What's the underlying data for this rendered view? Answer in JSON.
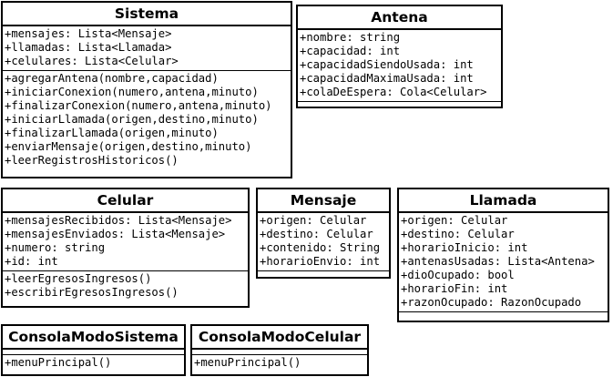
{
  "classes": {
    "sistema": {
      "name": "Sistema",
      "attributes": [
        "+mensajes: Lista<Mensaje>",
        "+llamadas: Lista<Llamada>",
        "+celulares: Lista<Celular>"
      ],
      "methods": [
        "+agregarAntena(nombre,capacidad)",
        "+iniciarConexion(numero,antena,minuto)",
        "+finalizarConexion(numero,antena,minuto)",
        "+iniciarLlamada(origen,destino,minuto)",
        "+finalizarLlamada(origen,minuto)",
        "+enviarMensaje(origen,destino,minuto)",
        "+leerRegistrosHistoricos()"
      ]
    },
    "antena": {
      "name": "Antena",
      "attributes": [
        "+nombre: string",
        "+capacidad: int",
        "+capacidadSiendoUsada: int",
        "+capacidadMaximaUsada: int",
        "+colaDeEspera: Cola<Celular>"
      ]
    },
    "celular": {
      "name": "Celular",
      "attributes": [
        "+mensajesRecibidos: Lista<Mensaje>",
        "+mensajesEnviados: Lista<Mensaje>",
        "+numero: string",
        "+id: int"
      ],
      "methods": [
        "+leerEgresosIngresos()",
        "+escribirEgresosIngresos()"
      ]
    },
    "mensaje": {
      "name": "Mensaje",
      "attributes": [
        "+origen: Celular",
        "+destino: Celular",
        "+contenido: String",
        "+horarioEnvio: int"
      ]
    },
    "llamada": {
      "name": "Llamada",
      "attributes": [
        "+origen: Celular",
        "+destino: Celular",
        "+horarioInicio: int",
        "+antenasUsadas: Lista<Antena>",
        "+dioOcupado: bool",
        "+horarioFin: int",
        "+razonOcupado: RazonOcupado"
      ]
    },
    "consolaSistema": {
      "name": "ConsolaModoSistema",
      "methods": [
        "+menuPrincipal()"
      ]
    },
    "consolaCelular": {
      "name": "ConsolaModoCelular",
      "methods": [
        "+menuPrincipal()"
      ]
    }
  }
}
